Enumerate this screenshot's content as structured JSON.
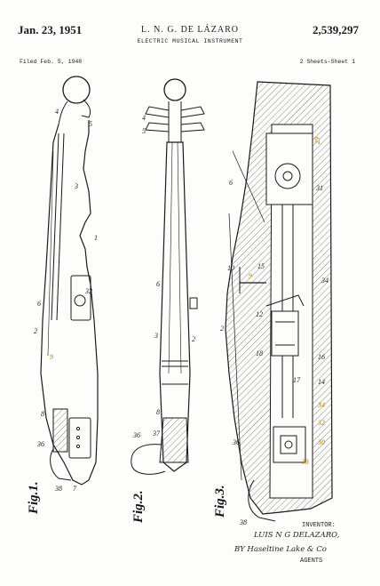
{
  "header": {
    "date": "Jan. 23, 1951",
    "inventor_name": "L. N. G. DE LÁZARO",
    "patent_number": "2,539,297",
    "title": "ELECTRIC MUSICAL INSTRUMENT",
    "filed": "Filed Feb. 5, 1948",
    "sheets": "2 Sheets-Sheet 1"
  },
  "figures": {
    "fig1_label": "Fig.1.",
    "fig2_label": "Fig.2.",
    "fig3_label": "Fig.3."
  },
  "fig1_numbers": {
    "n4": "4",
    "n5": "5",
    "n3": "3",
    "n1": "1",
    "n32": "32",
    "n6": "6",
    "n2": "2",
    "n9": "9",
    "n8": "8",
    "n36": "36",
    "n38": "38",
    "n7": "7"
  },
  "fig2_numbers": {
    "n4": "4",
    "n5": "5",
    "n6": "6",
    "n3": "3",
    "n2": "2",
    "n8": "8",
    "n36": "36",
    "n37": "37"
  },
  "fig3_numbers": {
    "n6": "6",
    "n29": "29",
    "n31": "31",
    "n10": "10",
    "n9": "9",
    "n15": "15",
    "n34a": "34",
    "n12": "12",
    "n2": "2",
    "n18": "18",
    "n16": "16",
    "n14": "14",
    "n17": "17",
    "n34b": "34",
    "n32": "32",
    "n30": "30",
    "n33": "33",
    "n36": "36",
    "n38": "38"
  },
  "signature": {
    "inventor_label": "INVENTOR:",
    "inventor": "LUIS N G DELAZARO,",
    "by": "BY Haseltine Lake & Co",
    "agents": "AGENTS"
  },
  "colors": {
    "ink": "#1a1a1a",
    "highlight": "#c9a227",
    "paper": "#fdfdfb"
  }
}
